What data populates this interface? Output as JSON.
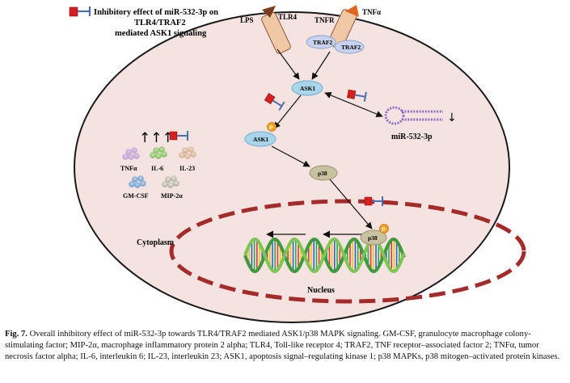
{
  "legend": {
    "text_line1": "Inhibitory effect of miR-532-3p on",
    "text_line2": "TLR4/TRAF2",
    "text_line3": "mediated ASK1 signaling"
  },
  "receptors": {
    "lps": "LPS",
    "tlr4": "TLR4",
    "tnfr": "TNFR",
    "tnfa": "TNFα",
    "traf2_a": "TRAF2",
    "traf2_b": "TRAF2"
  },
  "nodes": {
    "ask1_top": "ASK1",
    "ask1_p": "ASK1",
    "p_symbol": "P",
    "p38": "p38",
    "p38_nucleus": "p38",
    "mirna": "miR-532-3p",
    "mirna_arrow": "↓"
  },
  "cytokines": {
    "arrows": "↑↑↑",
    "tnfa": "TNFα",
    "il6": "IL-6",
    "il23": "IL-23",
    "gmcsf": "GM-CSF",
    "mip2a": "MIP-2α"
  },
  "labels": {
    "cytoplasm": "Cytoplasm",
    "nucleus": "Nucleus"
  },
  "caption": {
    "fig_label": "Fig. 7.",
    "text": " Overall inhibitory effect of miR-532-3p towards TLR4/TRAF2 mediated ASK1/p38 MAPK signaling. GM-CSF, granulocyte macrophage colony-stimulating factor; MIP-2α, macrophage inflammatory protein 2 alpha; TLR4, Toll-like receptor 4; TRAF2, TNF receptor–associated factor 2; TNFα, tumor necrosis factor alpha; IL-6, interleukin 6; IL-23, interleukin 23; ASK1, apoptosis signal–regulating kinase 1; p38 MAPKs, p38 mitogen–activated protein kinases."
  },
  "colors": {
    "cell_fill": "#f4e3e1",
    "nucleus_dash": "#a52a2a",
    "node_blue": "#a9d4ea",
    "p38_tan": "#c9c2a0",
    "receptor_tan": "#f0c8a6",
    "inhibitor_red": "#d62020",
    "inhibitor_blue": "#4a6fb0",
    "phospho_orange": "#f2a01e"
  }
}
